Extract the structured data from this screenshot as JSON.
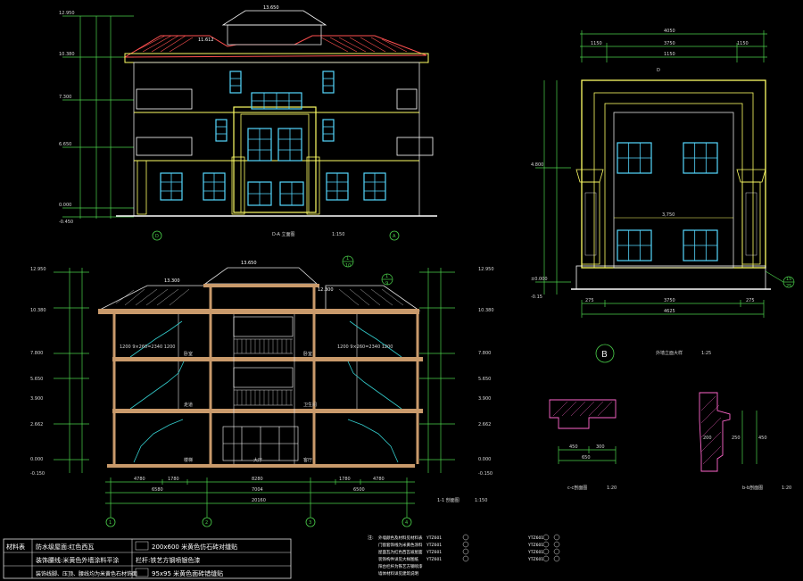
{
  "elevation_da": {
    "title": "D-A 立面图",
    "scale": "1:150",
    "ridge_level": "13.650",
    "roof_level": "11.612",
    "axis_left": "D",
    "axis_right": "A",
    "levels": [
      "12.950",
      "10.380",
      "7.300",
      "6.650",
      "0.000",
      "-0.450"
    ]
  },
  "section_11": {
    "title": "1-1 剖面图",
    "scale": "1:150",
    "ridge_level": "13.650",
    "eave_level": "13.300",
    "eave_level_right": "12.300",
    "levels_left": [
      "12.950",
      "10.380",
      "7.800",
      "5.650",
      "3.900",
      "2.662",
      "0.000",
      "-0.150"
    ],
    "levels_right": [
      "12.950",
      "10.380",
      "7.800",
      "5.650",
      "3.900",
      "2.662",
      "0.000",
      "-0.150"
    ],
    "rooms": [
      "大厅",
      "卧室",
      "走道",
      "卫生间",
      "楼梯",
      "客厅"
    ],
    "stair_note_left": "1200 9×260=2340 1200",
    "stair_note_right": "1200 9×260=2340 1200",
    "dims_row1": [
      "4780",
      "1780",
      "8280",
      "1780",
      "4780"
    ],
    "dims_row2": [
      "6580",
      "7004",
      "6500"
    ],
    "total": "20160",
    "axes": [
      "1",
      "2",
      "3",
      "4"
    ],
    "callouts": [
      {
        "a": "1",
        "b": "10"
      },
      {
        "a": "1",
        "b": "9"
      }
    ]
  },
  "detail_b": {
    "title": "外墙立面大样",
    "scale": "1:25",
    "marker": "B",
    "top_dims": [
      "4050",
      "1150",
      "3750",
      "1150",
      "1150"
    ],
    "bottom_dims": [
      "275",
      "3750",
      "275"
    ],
    "bottom_total": "4625",
    "levels": [
      "4.800",
      "±0.000",
      "-0.15"
    ],
    "mid_dim": "3,750",
    "callout": {
      "a": "15",
      "b": "25"
    },
    "label_d": "D"
  },
  "section_c": {
    "title": "c-c剖面图",
    "scale": "1:20",
    "dims": [
      "450",
      "650",
      "300"
    ]
  },
  "section_b": {
    "title": "b-b剖面图",
    "scale": "1:20",
    "dims": [
      "200",
      "250",
      "450"
    ]
  },
  "legend": {
    "header": "材料表",
    "rows": [
      {
        "name": "防水级屋面:红色西瓦",
        "swatch": "200x600 米黄色仿石砖对缝贴"
      },
      {
        "name": "装饰腰线:米黄色外墙涂料平涂",
        "swatch": "栏杆:铁艺方钢喷银色漆"
      },
      {
        "name": "装饰线脚、压顶、腰线均为米黄色石材饰面",
        "swatch": "95x95 米黄色面砖错缝贴"
      }
    ]
  },
  "notes": {
    "title": "注:",
    "lines": [
      "外墙颜色及材料见材料表",
      "门窗套饰线为米黄色涂料",
      "屋面瓦为红色西瓦坡屋面",
      "装饰构件详见大样图纸",
      "阳台栏杆为铁艺方钢喷漆",
      "墙体材料详见建筑说明"
    ],
    "codes": [
      "YTZ601",
      "YTZ601",
      "YTZ601",
      "YTZ601"
    ],
    "codes2": [
      "YTZ601",
      "YTZ601",
      "YTZ601",
      "YTZ601"
    ]
  }
}
